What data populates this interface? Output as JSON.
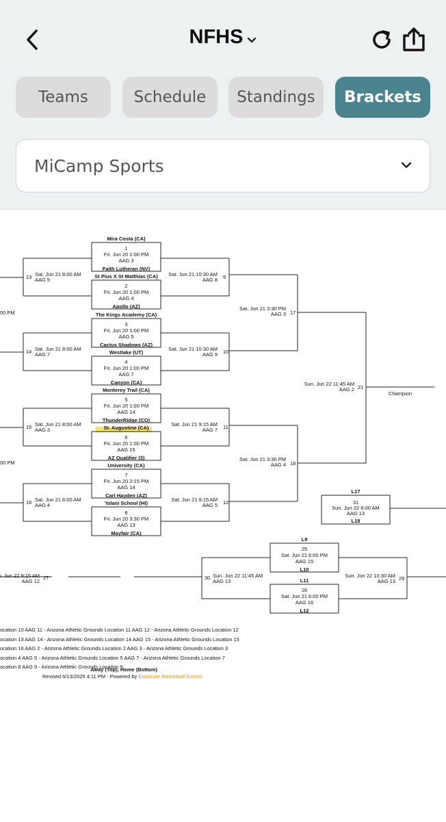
{
  "header": {
    "title": "NFHS",
    "back_icon": "chevron-left-icon",
    "refresh_icon": "refresh-icon",
    "share_icon": "share-icon"
  },
  "tabs": [
    {
      "label": "Teams",
      "active": false
    },
    {
      "label": "Schedule",
      "active": false
    },
    {
      "label": "Standings",
      "active": false
    },
    {
      "label": "Brackets",
      "active": true
    }
  ],
  "colors": {
    "accent": "#4b838f",
    "highlight": "#f7e36b",
    "link": "#d4961a"
  },
  "organizer_select": {
    "value": "MiCamp Sports"
  },
  "bracket": {
    "round1": [
      {
        "top": "Mira Costa (CA)",
        "num": "1",
        "time": "Fri. Jun 20 1:00 PM",
        "loc": "AAG 3",
        "bottom": "Faith Lutheran (NV)"
      },
      {
        "top": "St Pius X St Matthias (CA)",
        "num": "2",
        "time": "Fri. Jun 20 1:00 PM",
        "loc": "AAG 4",
        "bottom": "Apollo (AZ)"
      },
      {
        "top": "The Kings Academy (CA)",
        "num": "3",
        "time": "Fri. Jun 20 1:00 PM",
        "loc": "AAG 5",
        "bottom": "Cactus Shadows (AZ)"
      },
      {
        "top": "Westlake (UT)",
        "num": "4",
        "time": "Fri. Jun 20 1:00 PM",
        "loc": "AAG 7",
        "bottom": "Canyon (CA)"
      },
      {
        "top": "Monterey Trail (CA)",
        "num": "5",
        "time": "Fri. Jun 20 1:00 PM",
        "loc": "AAG 14",
        "bottom": "ThunderRidge (CO)"
      },
      {
        "top": "St. Augustine (CA)",
        "num": "6",
        "time": "Fri. Jun 20 1:00 PM",
        "loc": "AAG 15",
        "bottom": "AZ Qualifier (3)"
      },
      {
        "top": "University (CA)",
        "num": "7",
        "time": "Fri. Jun 20 2:15 PM",
        "loc": "AAG 14",
        "bottom": "Carl Hayden (AZ)"
      },
      {
        "top": "'Iolani School (HI)",
        "num": "8",
        "time": "Fri. Jun 20 3:30 PM",
        "loc": "AAG 13",
        "bottom": "Mayfair (CA)"
      }
    ],
    "consolation": [
      {
        "num": "13",
        "time": "Sat. Jun 21 8:00 AM",
        "loc": "AAG 5"
      },
      {
        "num": "14",
        "time": "Sat. Jun 21 8:00 AM",
        "loc": "AAG 7"
      },
      {
        "num": "15",
        "time": "Sat. Jun 21 8:00 AM",
        "loc": "AAG 3"
      },
      {
        "num": "16",
        "time": "Sat. Jun 21 8:00 AM",
        "loc": "AAG 4"
      }
    ],
    "left_edge": [
      "00 PM",
      "00 PM"
    ],
    "quarters": [
      {
        "num": "9",
        "time": "Sat. Jun 21 10:30 AM",
        "loc": "AAG 8"
      },
      {
        "num": "10",
        "time": "Sat. Jun 21 10:30 AM",
        "loc": "AAG 9"
      },
      {
        "num": "11",
        "time": "Sat. Jun 21 9:15 AM",
        "loc": "AAG 7"
      },
      {
        "num": "12",
        "time": "Sat. Jun 21 9:15 AM",
        "loc": "AAG 5"
      }
    ],
    "semis": [
      {
        "num": "17",
        "time": "Sat. Jun 21 3:30 PM",
        "loc": "AAG 3"
      },
      {
        "num": "18",
        "time": "Sat. Jun 21 3:30 PM",
        "loc": "AAG 4"
      }
    ],
    "final": {
      "num": "21",
      "time": "Sun. Jun 22 11:45 AM",
      "loc": "AAG 2",
      "label": "Champion"
    },
    "game31": {
      "top": "L17",
      "num": "31",
      "time": "Sun. Jun 22 8:00 AM",
      "loc": "AAG 13",
      "bottom": "L18"
    },
    "game27": {
      "time": "n. Jun 22 9:15 AM",
      "loc": "AAG 12",
      "num": "27"
    },
    "game30": {
      "num": "30",
      "time": "Sun. Jun 22 11:45 AM",
      "loc": "AAG 13"
    },
    "game25": {
      "top": "L9",
      "num": "25",
      "time": "Sat. Jun 21 6:00 PM",
      "loc": "AAG 15",
      "bottom": "L10"
    },
    "game26": {
      "top": "L11",
      "num": "26",
      "time": "Sat. Jun 21 6:00 PM",
      "loc": "AAG 16",
      "bottom": "L12"
    },
    "game29": {
      "time": "Sun. Jun 22 10:30 AM",
      "loc": "AAG 13",
      "num": "29"
    }
  },
  "legend": [
    "ocation 10   AAG 11 - Arizona Athletic Grounds Location 11   AAG 12 - Arizona Athletic Grounds Location 12",
    "ocation 13   AAG 14 - Arizona Athletic Grounds Location 14   AAG 15 - Arizona Athletic Grounds Location 15",
    "ocation 16   AAG 2 - Arizona Athletic Grounds Location 2   AAG 3 - Arizona Athletic Grounds Location 3",
    "ocation 4   AAG 5 - Arizona Athletic Grounds Location 5   AAG 7 - Arizona Athletic Grounds Location 7",
    "ocation 8   AAG 9 - Arizona Athletic Grounds Location 9"
  ],
  "away_home_note": "Away (Top), Home (Bottom)",
  "revised": {
    "text": "Revised 6/13/2025 4:11 PM - Powered by ",
    "link": "Exposure Basketball Events"
  }
}
